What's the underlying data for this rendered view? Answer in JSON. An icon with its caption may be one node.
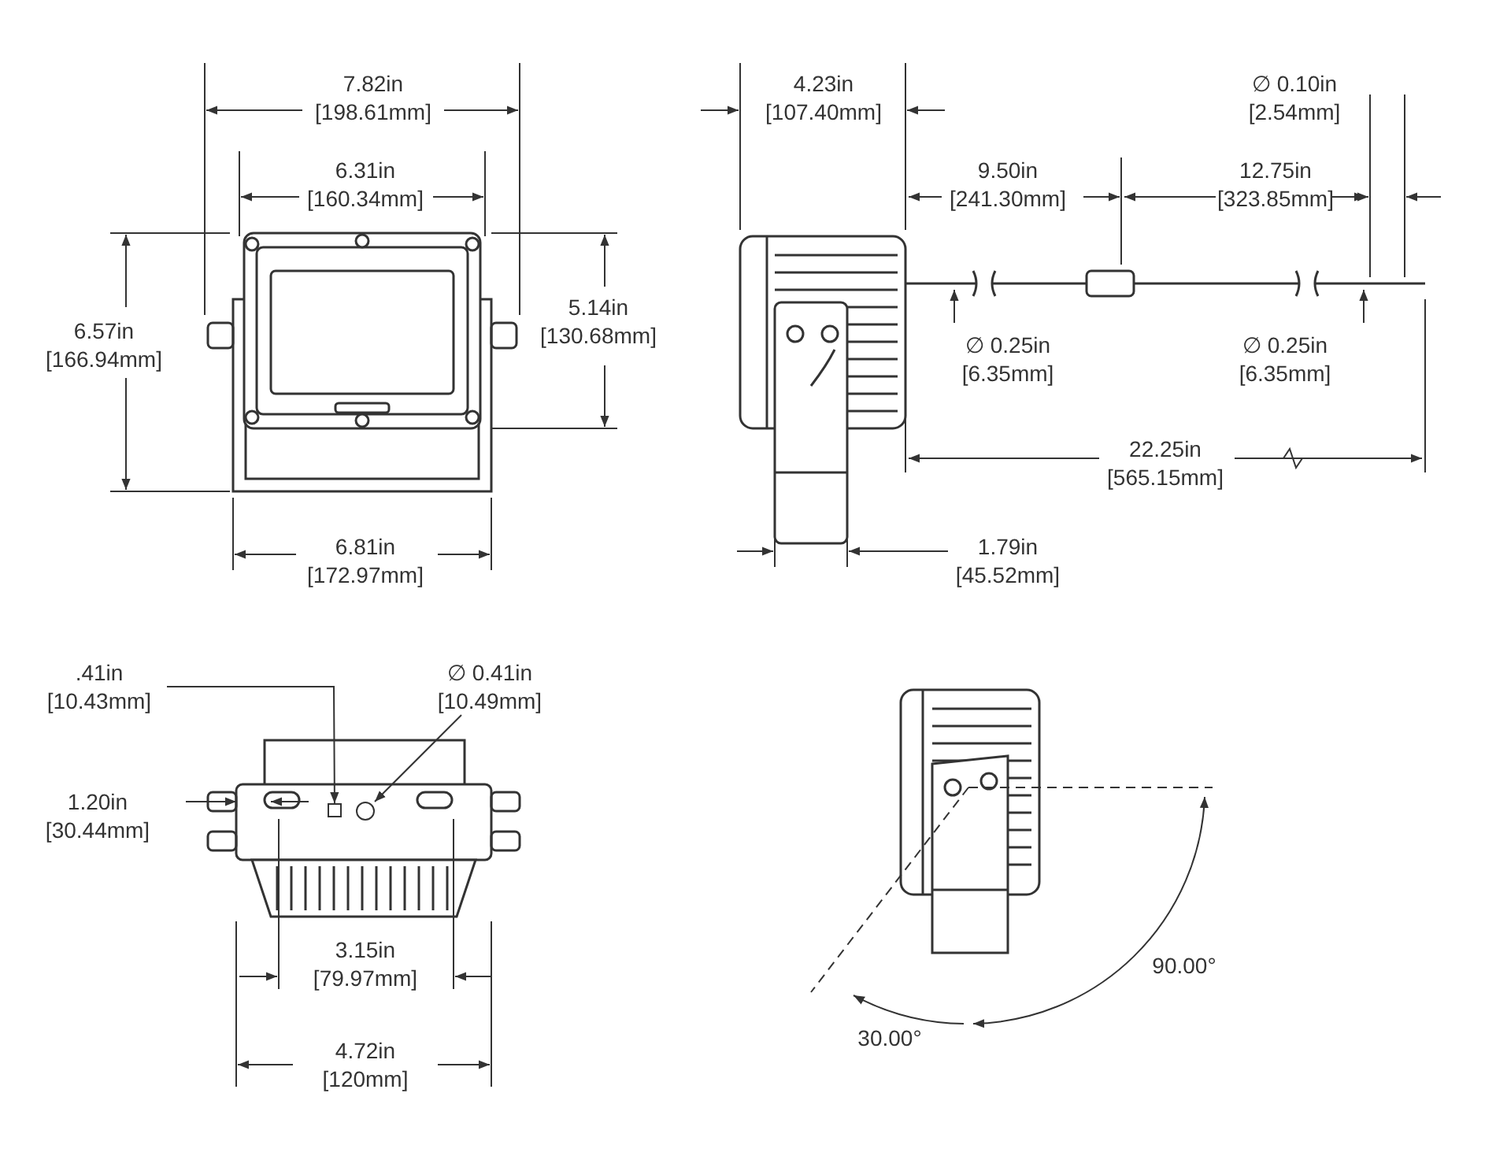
{
  "diagram": {
    "nodes": [
      {
        "text": [
          ".41in",
          "[10.43mm]"
        ]
      },
      {
        "text": [],
        "shape": "box"
      },
      {
        "text": [
          "∅ 0.41in",
          "[10.49mm]"
        ]
      },
      {
        "text": [],
        "shape": "circle"
      }
    ],
    "edges": [
      {
        "from": 0,
        "to": 1,
        "arrow": "to"
      },
      {
        "from": 2,
        "to": 3,
        "arrow": "to"
      }
    ],
    "labels": [
      "7.82in",
      "[198.61mm]",
      "6.31in",
      "[160.34mm]",
      "6.57in",
      "[166.94mm]",
      "5.14in",
      "[130.68mm]",
      "6.81in",
      "[172.97mm]",
      "4.23in",
      "[107.40mm]",
      "∅ 0.10in",
      "[2.54mm]",
      "9.50in",
      "[241.30mm]",
      "12.75in",
      "[323.85mm]",
      "∅ 0.25in",
      "[6.35mm]",
      "∅ 0.25in",
      "[6.35mm]",
      "22.25in",
      "[565.15mm]",
      "1.79in",
      "[45.52mm]",
      "1.20in",
      "[30.44mm]",
      "3.15in",
      "[79.97mm]",
      "4.72in",
      "[120mm]",
      "90.00°",
      "30.00°"
    ]
  }
}
